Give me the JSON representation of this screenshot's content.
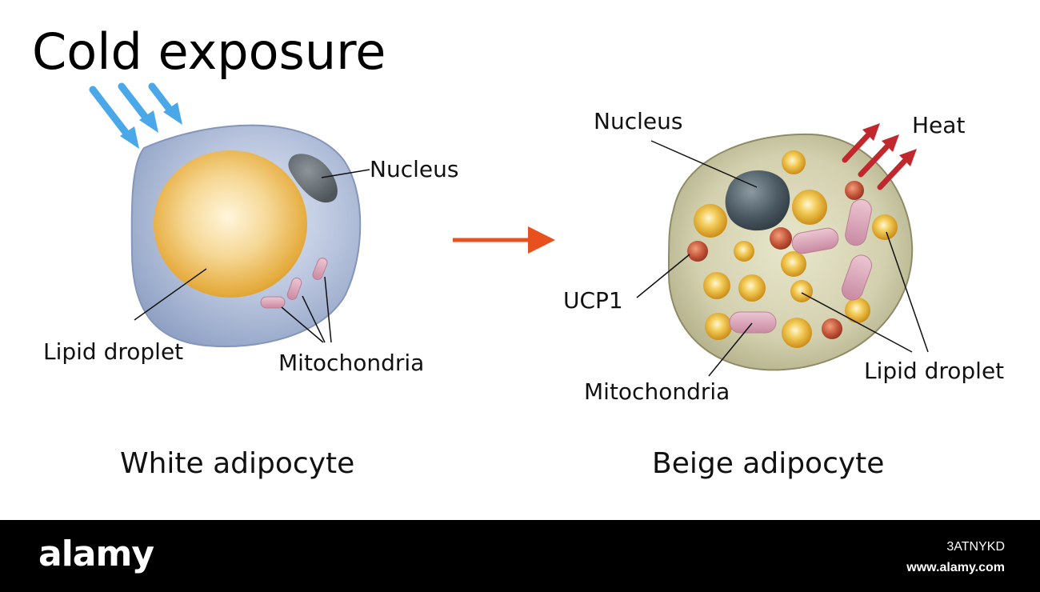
{
  "title": "Cold exposure",
  "white_cell": {
    "label_nucleus": "Nucleus",
    "label_lipid": "Lipid droplet",
    "label_mito": "Mitochondria",
    "caption": "White adipocyte"
  },
  "beige_cell": {
    "label_nucleus": "Nucleus",
    "label_heat": "Heat",
    "label_ucp1": "UCP1",
    "label_mito": "Mitochondria",
    "label_lipid": "Lipid droplet",
    "caption": "Beige adipocyte"
  },
  "footer": {
    "brand": "alamy",
    "image_id": "3ATNYKD",
    "site": "www.alamy.com"
  },
  "colors": {
    "cold_arrow": "#4aa8e8",
    "transition_arrow": "#e8501e",
    "heat_arrow": "#c0282e",
    "white_cytoplasm": "#a6b6d2",
    "lipid_gold": "#e3a936",
    "beige_cytoplasm": "#c5c3a0",
    "nucleus": "#4c5a63",
    "ucp1": "#c4553a",
    "mitochondria": "#d6a0b4"
  }
}
